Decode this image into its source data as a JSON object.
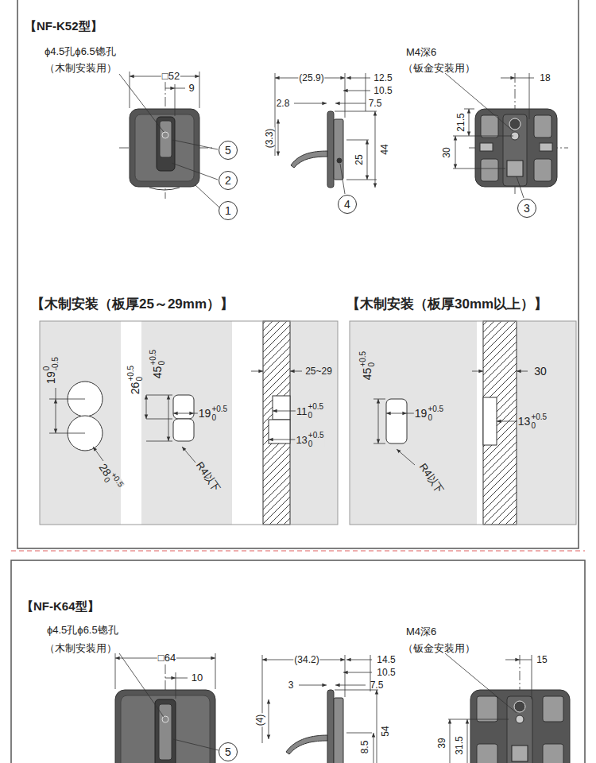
{
  "diagram": {
    "nodes": [
      {
        "text": [
          "5"
        ]
      },
      {
        "text": [
          "2"
        ]
      },
      {
        "text": [
          "1"
        ]
      },
      {
        "text": [
          "4"
        ]
      },
      {
        "text": [
          "3"
        ]
      },
      {
        "text": [
          "5"
        ]
      }
    ],
    "labels": [
      "【NF-K52型】",
      "ϕ4.5孔ϕ6.5锪孔",
      "（木制安装用）",
      "□52",
      "9",
      "(25.9)",
      "12.5",
      "10.5",
      "2.8",
      "7.5",
      "(3.3)",
      "25",
      "44",
      "M4深6",
      "（钣金安装用）",
      "18",
      "21.5",
      "30",
      "【木制安装（板厚25～29mm）】",
      "【木制安装（板厚30mm以上）】",
      "19",
      "0",
      "-0.5",
      "28",
      "+0.5",
      "0",
      "26",
      "+0.5",
      "0",
      "45",
      "+0.5",
      "0",
      "19",
      "+0.5",
      "0",
      "R4以下",
      "25~29",
      "11",
      "+0.5",
      "0",
      "13",
      "+0.5",
      "0",
      "45",
      "+0.5",
      "0",
      "19",
      "+0.5",
      "0",
      "R4以下",
      "30",
      "13",
      "+0.5",
      "0",
      "【NF-K64型】",
      "ϕ4.5孔ϕ6.5锪孔",
      "（木制安装用）",
      "□64",
      "10",
      "(34.2)",
      "14.5",
      "10.5",
      "3",
      "7.5",
      "(4)",
      "8.5",
      "54",
      "M4深6",
      "（钣金安装用）",
      "15",
      "39",
      "31.5"
    ]
  }
}
